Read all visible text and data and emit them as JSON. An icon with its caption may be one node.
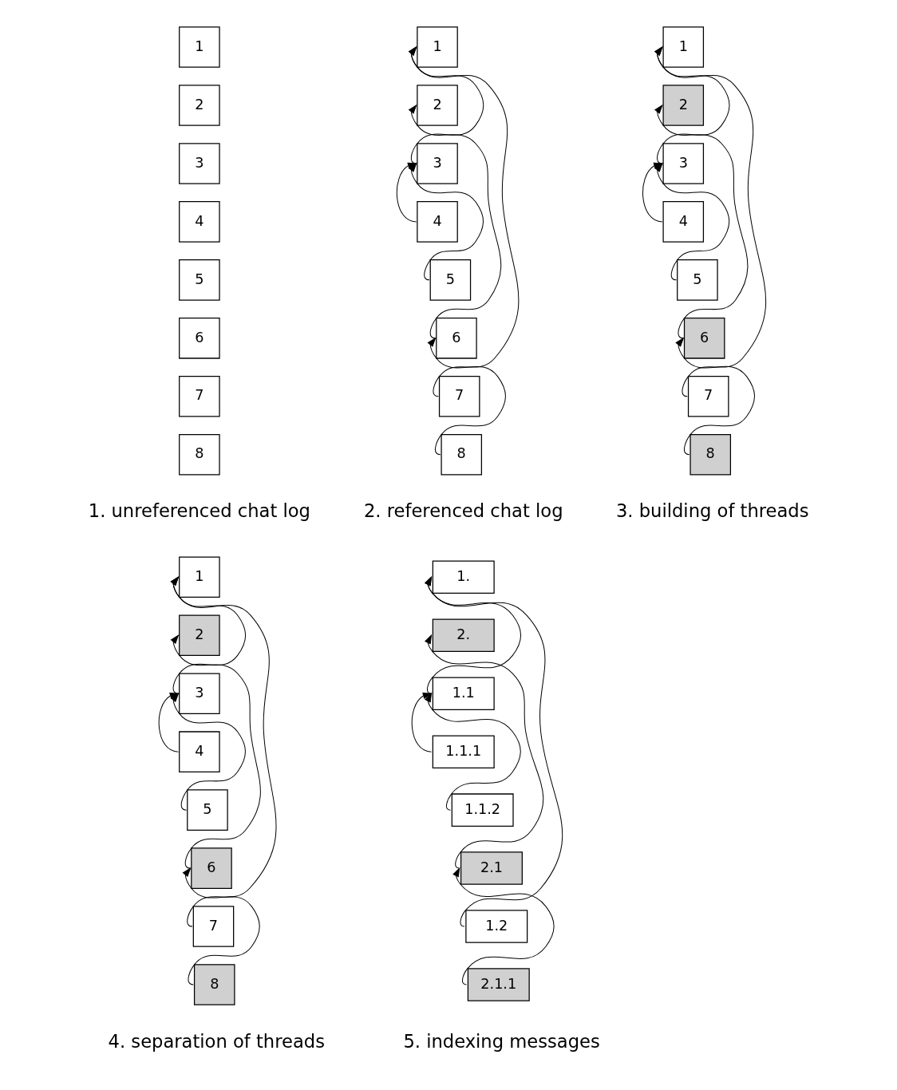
{
  "diagram": {
    "nodes": [
      {
        "text": [
          "1"
        ]
      },
      {
        "text": [
          "2"
        ]
      },
      {
        "text": [
          "3"
        ]
      },
      {
        "text": [
          "4"
        ]
      },
      {
        "text": [
          "5"
        ]
      },
      {
        "text": [
          "6"
        ]
      },
      {
        "text": [
          "7"
        ]
      },
      {
        "text": [
          "8"
        ]
      },
      {
        "text": [
          "1"
        ]
      },
      {
        "text": [
          "2"
        ]
      },
      {
        "text": [
          "3"
        ]
      },
      {
        "text": [
          "4"
        ]
      },
      {
        "text": [
          "5"
        ]
      },
      {
        "text": [
          "6"
        ]
      },
      {
        "text": [
          "7"
        ]
      },
      {
        "text": [
          "8"
        ]
      },
      {
        "text": [
          "1"
        ]
      },
      {
        "text": [
          "2"
        ]
      },
      {
        "text": [
          "3"
        ]
      },
      {
        "text": [
          "4"
        ]
      },
      {
        "text": [
          "5"
        ]
      },
      {
        "text": [
          "6"
        ]
      },
      {
        "text": [
          "7"
        ]
      },
      {
        "text": [
          "8"
        ]
      },
      {
        "text": [
          "1"
        ]
      },
      {
        "text": [
          "2"
        ]
      },
      {
        "text": [
          "3"
        ]
      },
      {
        "text": [
          "4"
        ]
      },
      {
        "text": [
          "5"
        ]
      },
      {
        "text": [
          "6"
        ]
      },
      {
        "text": [
          "7"
        ]
      },
      {
        "text": [
          "8"
        ]
      },
      {
        "text": [
          "1."
        ]
      },
      {
        "text": [
          "1.1"
        ]
      },
      {
        "text": [
          "2."
        ]
      },
      {
        "text": [
          "1.1.1"
        ]
      },
      {
        "text": [
          "1.1.2"
        ]
      },
      {
        "text": [
          "2.1"
        ]
      },
      {
        "text": [
          "1.2"
        ]
      },
      {
        "text": [
          "2.1.1"
        ]
      }
    ],
    "edges": [
      {
        "from": 10,
        "to": 8,
        "arrow": "to"
      },
      {
        "from": 11,
        "to": 10,
        "arrow": "to"
      },
      {
        "from": 12,
        "to": 10,
        "arrow": "to"
      },
      {
        "from": 13,
        "to": 9,
        "arrow": "to"
      },
      {
        "from": 14,
        "to": 8,
        "arrow": "to"
      },
      {
        "from": 15,
        "to": 13,
        "arrow": "to"
      },
      {
        "from": 18,
        "to": 16,
        "arrow": "to"
      },
      {
        "from": 19,
        "to": 18,
        "arrow": "to"
      },
      {
        "from": 20,
        "to": 18,
        "arrow": "to"
      },
      {
        "from": 21,
        "to": 17,
        "arrow": "to"
      },
      {
        "from": 22,
        "to": 16,
        "arrow": "to"
      },
      {
        "from": 23,
        "to": 21,
        "arrow": "to"
      },
      {
        "from": 26,
        "to": 24,
        "arrow": "to"
      },
      {
        "from": 27,
        "to": 26,
        "arrow": "to"
      },
      {
        "from": 28,
        "to": 26,
        "arrow": "to"
      },
      {
        "from": 30,
        "to": 24,
        "arrow": "to"
      },
      {
        "from": 29,
        "to": 25,
        "arrow": "to"
      },
      {
        "from": 31,
        "to": 29,
        "arrow": "to"
      },
      {
        "from": 33,
        "to": 32,
        "arrow": "to"
      },
      {
        "from": 35,
        "to": 33,
        "arrow": "to"
      },
      {
        "from": 36,
        "to": 33,
        "arrow": "to"
      },
      {
        "from": 38,
        "to": 32,
        "arrow": "to"
      },
      {
        "from": 37,
        "to": 34,
        "arrow": "to"
      },
      {
        "from": 39,
        "to": 37,
        "arrow": "to"
      }
    ],
    "labels": [
      "1. unreferenced chat log",
      "2. referenced chat log",
      "3. building of threads",
      "4. separation of threads",
      "5. indexing messages"
    ]
  }
}
